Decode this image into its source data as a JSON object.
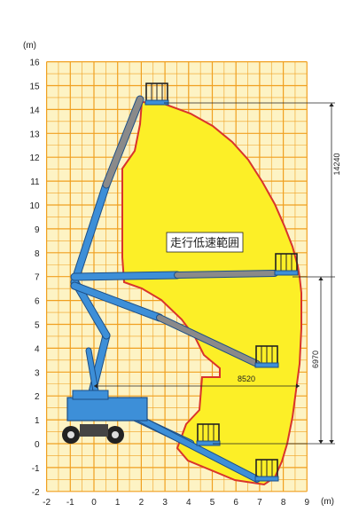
{
  "unit_y": "(m)",
  "unit_x": "(m)",
  "x_ticks": [
    "-2",
    "-1",
    "0",
    "1",
    "2",
    "3",
    "4",
    "5",
    "6",
    "7",
    "8",
    "9"
  ],
  "y_ticks": [
    "16",
    "15",
    "14",
    "13",
    "12",
    "11",
    "10",
    "9",
    "8",
    "7",
    "6",
    "5",
    "4",
    "3",
    "2",
    "1",
    "0",
    "-1",
    "-2"
  ],
  "zone_label": "走行低速範囲",
  "dim_total_height": "14240",
  "dim_middle_height": "6970",
  "dim_outreach": "8520",
  "colors": {
    "grid_line": "#f0a020",
    "grid_bg": "#fdf3c4",
    "zone_fill": "#fcef27",
    "zone_outline": "#d9342b",
    "boom_blue": "#3d8fd8",
    "boom_gray": "#8a8a8a",
    "dim_line": "#222222"
  }
}
